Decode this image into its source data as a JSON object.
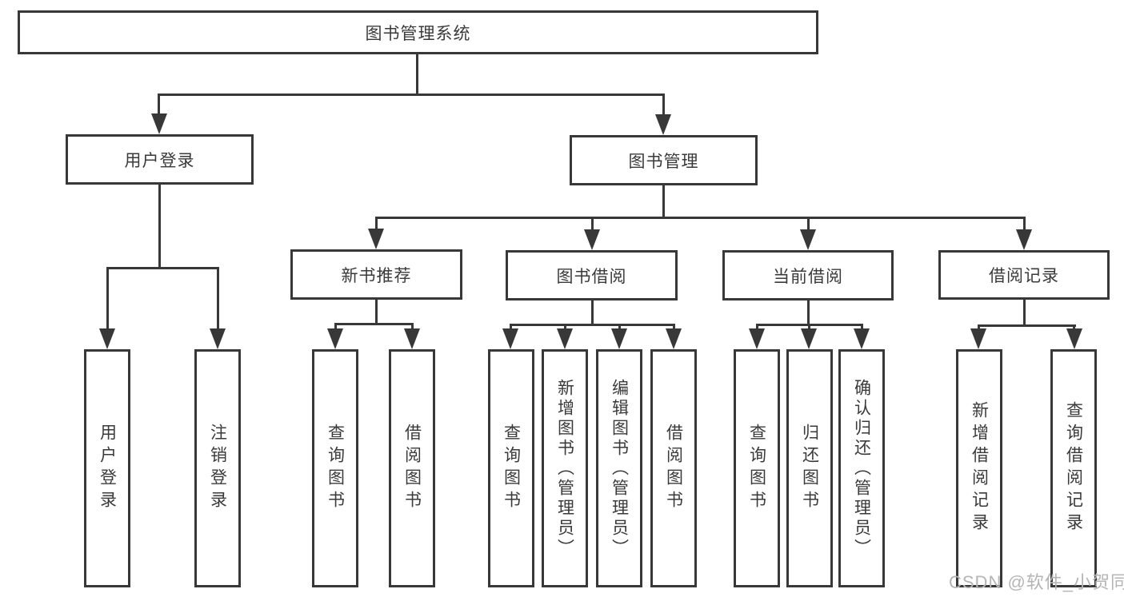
{
  "diagram": {
    "title": "图书管理系统",
    "colors": {
      "line": "#383838",
      "text": "#3a3a3a",
      "box_background": "#ffffff",
      "watermark": "#b5b5b5"
    },
    "nodes": {
      "root": "图书管理系统",
      "user_login": "用户登录",
      "book_mgmt": "图书管理",
      "new_rec": "新书推荐",
      "book_borrow": "图书借阅",
      "cur_borrow": "当前借阅",
      "borrow_rec": "借阅记录",
      "l_user_login": "用户登录",
      "l_logout": "注销登录",
      "l_nr_query": "查询图书",
      "l_nr_borrow": "借阅图书",
      "l_bb_query": "查询图书",
      "l_bb_add": "新增图书（管理员）",
      "l_bb_edit": "编辑图书（管理员）",
      "l_bb_borrow": "借阅图书",
      "l_cb_query": "查询图书",
      "l_cb_return": "归还图书",
      "l_cb_confirm": "确认归还（管理员）",
      "l_br_add": "新增借阅记录",
      "l_br_query": "查询借阅记录"
    },
    "watermark": "CSDN @软件_小贺同学"
  }
}
